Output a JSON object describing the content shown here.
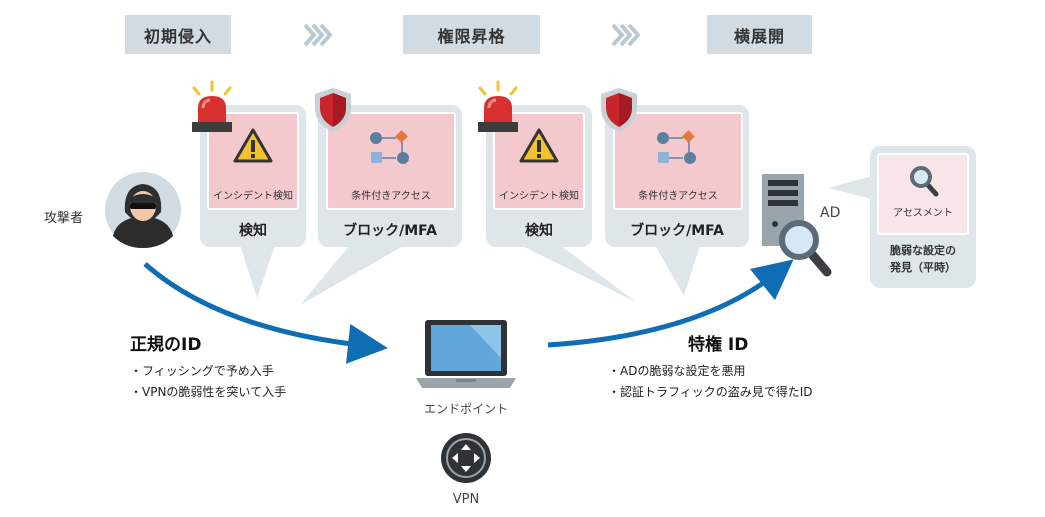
{
  "phases": [
    "初期侵入",
    "権限昇格",
    "横展開"
  ],
  "attacker_label": "攻撃者",
  "defenses": [
    {
      "card_label": "インシデント検知",
      "result": "検知"
    },
    {
      "card_label": "条件付きアクセス",
      "result": "ブロック/MFA"
    },
    {
      "card_label": "インシデント検知",
      "result": "検知"
    },
    {
      "card_label": "条件付きアクセス",
      "result": "ブロック/MFA"
    }
  ],
  "ad_label": "AD",
  "assessment": {
    "card_label": "アセスメント",
    "line1": "脆弱な設定の",
    "line2": "発見（平時）"
  },
  "left_block": {
    "heading": "正規のID",
    "bullets": [
      "・フィッシングで予め入手",
      "・VPNの脆弱性を突いて入手"
    ]
  },
  "right_block": {
    "heading": "特権 ID",
    "bullets": [
      "・ADの脆弱な設定を悪用",
      "・認証トラフィックの盗み見で得たID"
    ]
  },
  "endpoint_label": "エンドポイント",
  "vpn_label": "VPN",
  "colors": {
    "phase_bg": "#d1dbe1",
    "bubble_bg": "#dfe6ea",
    "card_bg": "#f3c9ce",
    "arrow_blue": "#0f6db3",
    "alert_red": "#d7312f",
    "warning_yellow": "#f2c230",
    "chevron": "#b9c9d3"
  },
  "icons": [
    "siren-icon",
    "warning-icon",
    "shield-icon",
    "flow-icon",
    "hacker-avatar",
    "laptop-icon",
    "server-icon",
    "magnifier-icon",
    "router-icon"
  ]
}
